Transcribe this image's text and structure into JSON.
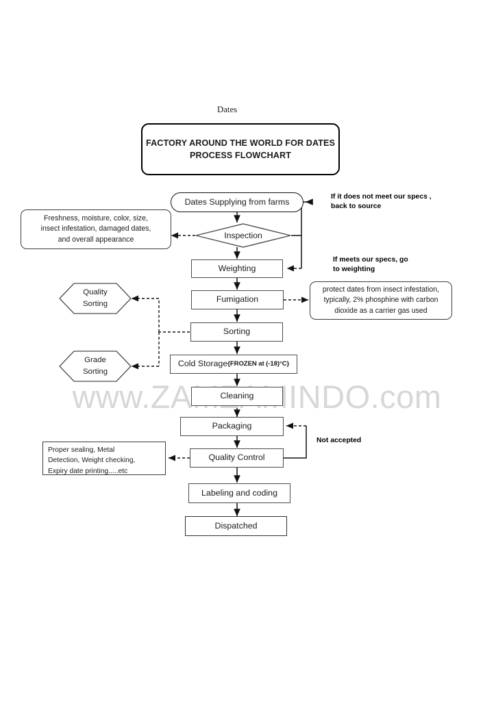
{
  "document": {
    "heading": "Dates",
    "watermark": "www.ZAMZAMINDO.com"
  },
  "title_box": {
    "line1": "FACTORY AROUND THE WORLD FOR DATES",
    "line2": "PROCESS FLOWCHART"
  },
  "flow": {
    "start": "Dates Supplying from farms",
    "decision": "Inspection",
    "weighting": "Weighting",
    "fumigation": "Fumigation",
    "sorting": "Sorting",
    "cold_storage_main": "Cold Storage ",
    "cold_storage_detail": "{FROZEN at (-18)°C}",
    "cleaning": "Cleaning",
    "packaging": "Packaging",
    "quality_control": "Quality Control",
    "labeling": "Labeling and coding",
    "dispatched": "Dispatched"
  },
  "branches": {
    "quality_sorting_line1": "Quality",
    "quality_sorting_line2": "Sorting",
    "grade_sorting_line1": "Grade",
    "grade_sorting_line2": "Sorting"
  },
  "notes": {
    "inspection_criteria_line1": "Freshness, moisture, color, size,",
    "inspection_criteria_line2": "insect infestation, damaged dates,",
    "inspection_criteria_line3": "and overall appearance",
    "fumigation_detail_line1": "protect dates from insect infestation,",
    "fumigation_detail_line2": "typically, 2% phosphine with carbon",
    "fumigation_detail_line3": "dioxide as a carrier gas used",
    "qc_detail_line1": "Proper sealing, Metal",
    "qc_detail_line2": "Detection, Weight checking,",
    "qc_detail_line3": "Expiry date printing.....etc"
  },
  "edge_labels": {
    "reject_line1": "If it does not meet our specs ,",
    "reject_line2": "back to source",
    "accept_line1": "If meets our specs, go",
    "accept_line2": "to weighting",
    "not_accepted": "Not accepted"
  },
  "colors": {
    "page_background": "#ffffff",
    "stroke": "#4a4a4a",
    "stroke_dark": "#111111",
    "text": "#1a1a1a",
    "watermark": "#d7d7d7"
  }
}
